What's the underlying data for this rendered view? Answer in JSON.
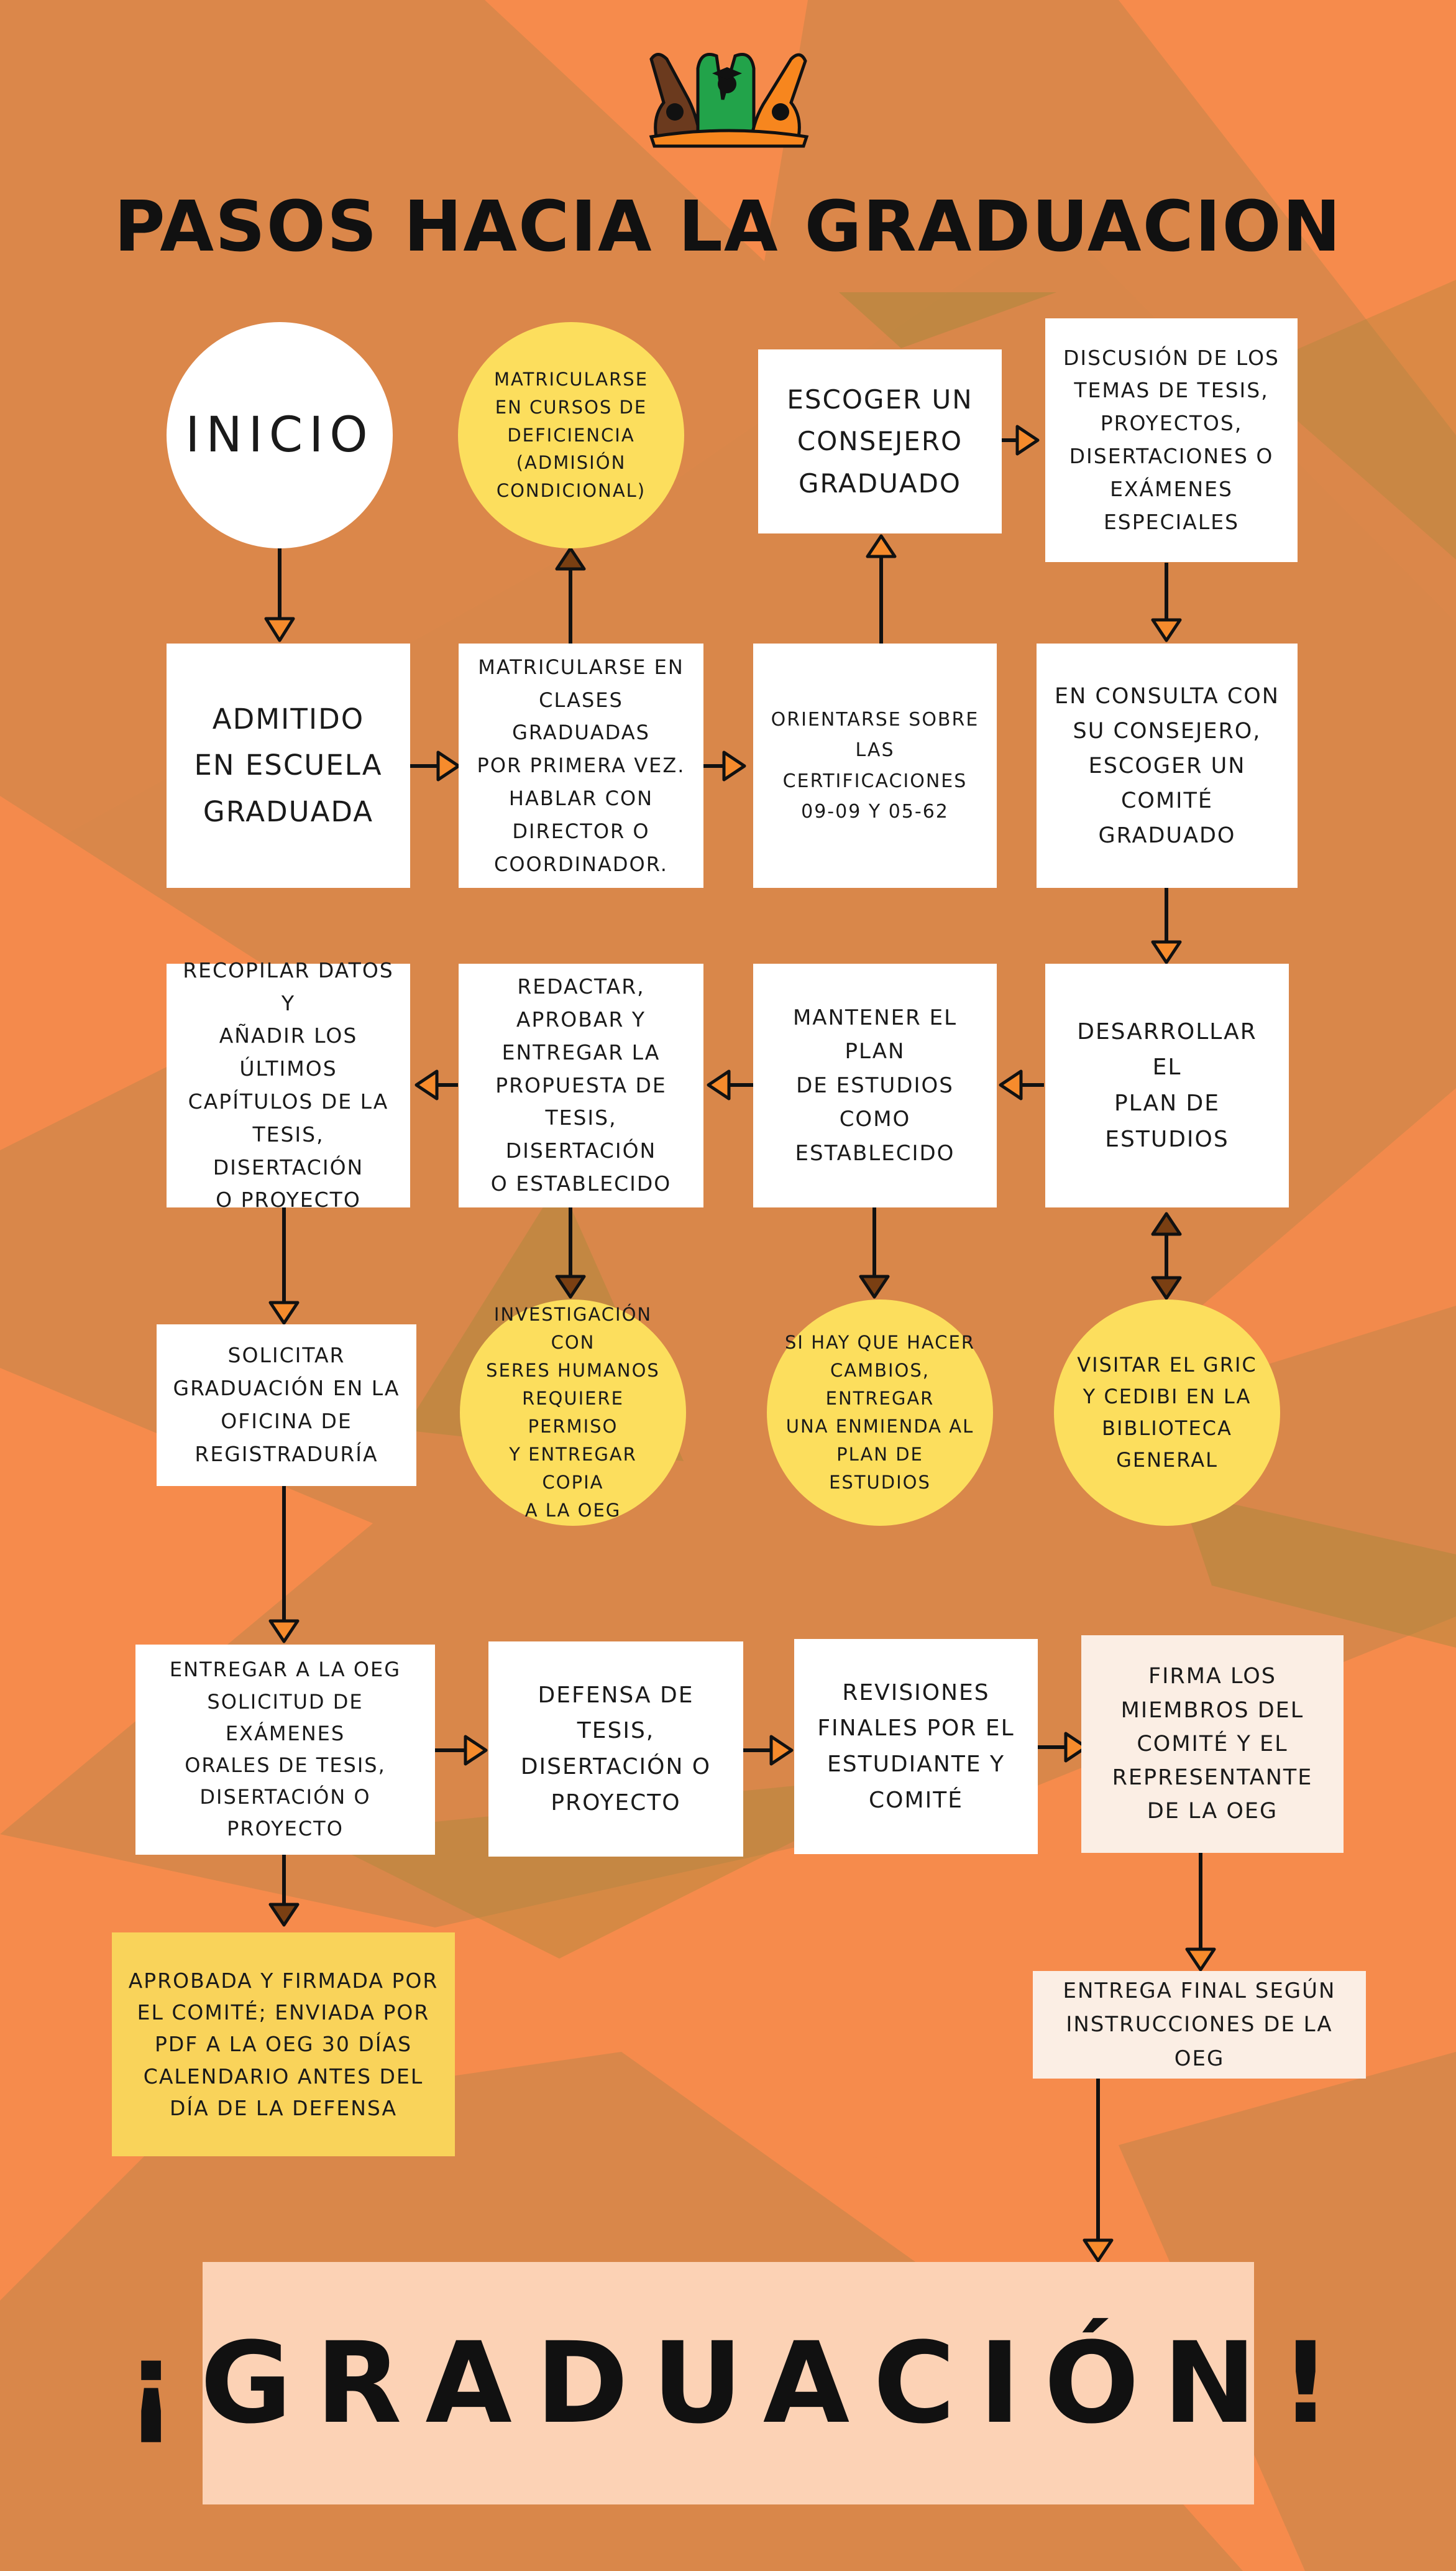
{
  "title": "PASOS HACIA LA GRADUACION",
  "finale": "¡GRADUACIÓN!",
  "logo_icon": "graduates-hands-logo-icon",
  "colors": {
    "background": "#f68b4c",
    "background_dark": "#d9874a",
    "box": "#ffffff",
    "box_cream": "#fbeee4",
    "circle_yellow": "#fcde5d",
    "rect_yellow": "#f9d35a",
    "arrow_fill": "#f68b2c",
    "finale_bg": "#fcd2b5"
  },
  "nodes": {
    "inicio": "INICIO",
    "deficiencia": "MATRICULARSE\nEN CURSOS DE\nDEFICIENCIA\n(ADMISIÓN\nCONDICIONAL)",
    "consejero": "ESCOGER UN\nCONSEJERO\nGRADUADO",
    "discusion": "DISCUSIÓN DE LOS\nTEMAS DE TESIS,\nPROYECTOS,\nDISERTACIONES O\nEXÁMENES\nESPECIALES",
    "admitido": "ADMITIDO\nEN ESCUELA\nGRADUADA",
    "matricularse": "MATRICULARSE EN\nCLASES GRADUADAS\nPOR PRIMERA VEZ.\nHABLAR CON\nDIRECTOR O\nCOORDINADOR.",
    "orientarse": "ORIENTARSE SOBRE\nLAS CERTIFICACIONES\n09-09 Y 05-62",
    "comite": "EN CONSULTA CON\nSU CONSEJERO,\nESCOGER UN\nCOMITÉ GRADUADO",
    "recopilar": "RECOPILAR DATOS Y\nAÑADIR LOS ÚLTIMOS\nCAPÍTULOS DE LA\nTESIS, DISERTACIÓN\nO PROYECTO",
    "redactar": "REDACTAR,\nAPROBAR Y\nENTREGAR LA\nPROPUESTA DE\nTESIS, DISERTACIÓN\nO ESTABLECIDO",
    "mantener": "MANTENER EL PLAN\nDE ESTUDIOS COMO\nESTABLECIDO",
    "desarrollar": "DESARROLLAR EL\nPLAN DE ESTUDIOS",
    "solicitar": "SOLICITAR\nGRADUACIÓN EN LA\nOFICINA DE\nREGISTRADURÍA",
    "investigacion": "INVESTIGACIÓN CON\nSERES HUMANOS\nREQUIERE PERMISO\nY ENTREGAR COPIA\nA LA OEG",
    "cambios": "SI HAY QUE HACER\nCAMBIOS, ENTREGAR\nUNA ENMIENDA AL\nPLAN DE ESTUDIOS",
    "gric": "VISITAR EL GRIC\nY CEDIBI EN LA\nBIBLIOTECA\nGENERAL",
    "entregar_oeg": "ENTREGAR A LA OEG\nSOLICITUD DE EXÁMENES\nORALES DE TESIS,\nDISERTACIÓN O PROYECTO",
    "defensa": "DEFENSA DE TESIS,\nDISERTACIÓN O\nPROYECTO",
    "revisiones": "REVISIONES\nFINALES POR EL\nESTUDIANTE Y\nCOMITÉ",
    "firma": "FIRMA LOS\nMIEMBROS DEL\nCOMITÉ Y EL\nREPRESENTANTE\nDE LA OEG",
    "aprobada": "APROBADA Y FIRMADA POR\nEL COMITÉ; ENVIADA POR\nPDF A LA OEG 30 DÍAS\nCALENDARIO ANTES DEL\nDÍA DE LA DEFENSA",
    "entrega_final": "ENTREGA FINAL SEGÚN\nINSTRUCCIONES DE LA OEG"
  }
}
